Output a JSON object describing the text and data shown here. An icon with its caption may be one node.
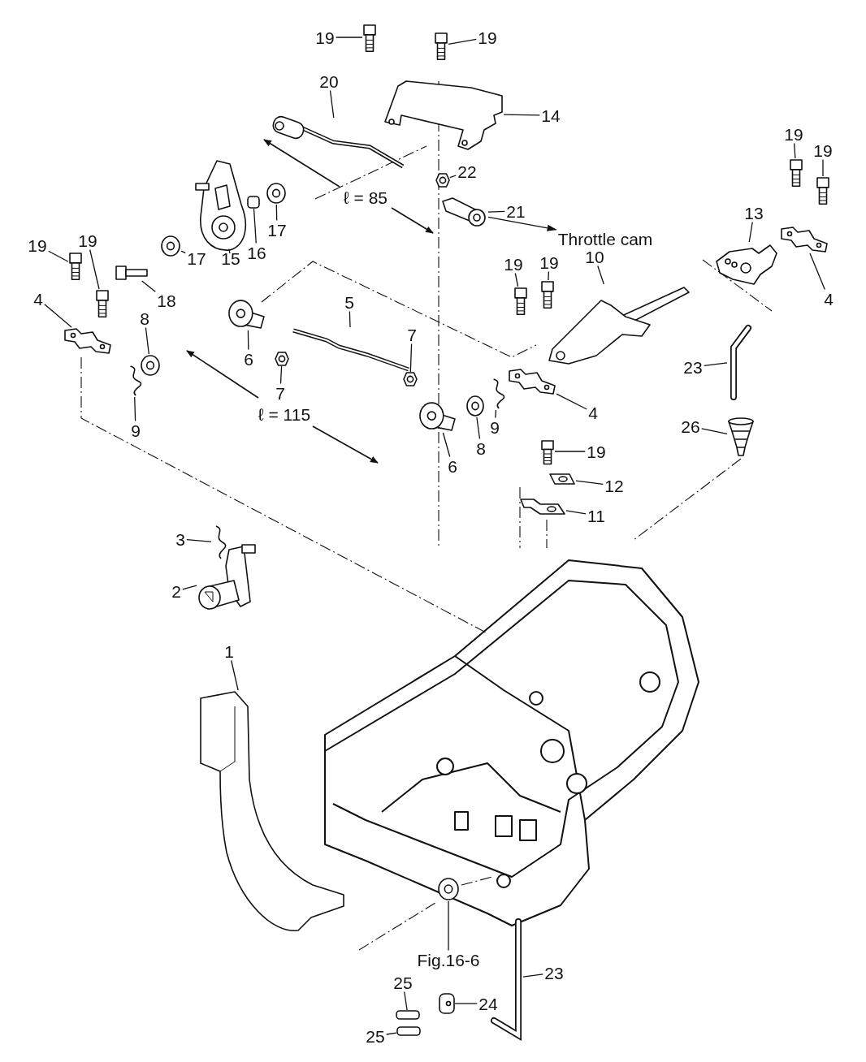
{
  "diagram": {
    "nodes": [
      {
        "text": [
          "19"
        ]
      },
      {
        "text": [],
        "shape": "picture"
      },
      {
        "text": [
          "19"
        ]
      },
      {
        "text": [],
        "shape": "picture"
      },
      {
        "text": [
          "20"
        ]
      },
      {
        "text": [],
        "shape": "picture"
      },
      {
        "text": [
          "14"
        ]
      },
      {
        "text": [],
        "shape": "picture"
      },
      {
        "text": [
          "19"
        ]
      },
      {
        "text": [],
        "shape": "picture"
      },
      {
        "text": [
          "19"
        ]
      },
      {
        "text": [],
        "shape": "picture"
      },
      {
        "text": [
          "22"
        ]
      },
      {
        "text": [],
        "shape": "picture"
      },
      {
        "text": [
          "21"
        ]
      },
      {
        "text": [],
        "shape": "picture"
      },
      {
        "text": [
          "Throttle cam"
        ]
      },
      {
        "text": [
          "13"
        ]
      },
      {
        "text": [],
        "shape": "picture"
      },
      {
        "text": [
          "4"
        ]
      },
      {
        "text": [],
        "shape": "picture"
      },
      {
        "text": [
          "17"
        ]
      },
      {
        "text": [],
        "shape": "picture"
      },
      {
        "text": [
          "16"
        ]
      },
      {
        "text": [],
        "shape": "box"
      },
      {
        "text": [
          "15"
        ]
      },
      {
        "text": [],
        "shape": "picture"
      },
      {
        "text": [
          "17"
        ]
      },
      {
        "text": [],
        "shape": "picture"
      },
      {
        "text": [
          "18"
        ]
      },
      {
        "text": [],
        "shape": "picture"
      },
      {
        "text": [
          "19"
        ]
      },
      {
        "text": [],
        "shape": "picture"
      },
      {
        "text": [
          "19"
        ]
      },
      {
        "text": [],
        "shape": "picture"
      },
      {
        "text": [
          "4"
        ]
      },
      {
        "text": [],
        "shape": "picture"
      },
      {
        "text": [
          "8"
        ]
      },
      {
        "text": [],
        "shape": "picture"
      },
      {
        "text": [
          "9"
        ]
      },
      {
        "text": [],
        "shape": "picture"
      },
      {
        "text": [
          "6"
        ]
      },
      {
        "text": [],
        "shape": "picture"
      },
      {
        "text": [
          "7"
        ]
      },
      {
        "text": [],
        "shape": "picture"
      },
      {
        "text": [
          "5"
        ]
      },
      {
        "text": [],
        "shape": "picture"
      },
      {
        "text": [
          "7"
        ]
      },
      {
        "text": [],
        "shape": "picture"
      },
      {
        "text": [
          "6"
        ]
      },
      {
        "text": [],
        "shape": "picture"
      },
      {
        "text": [
          "8"
        ]
      },
      {
        "text": [],
        "shape": "picture"
      },
      {
        "text": [
          "9"
        ]
      },
      {
        "text": [],
        "shape": "picture"
      },
      {
        "text": [
          "19"
        ]
      },
      {
        "text": [],
        "shape": "picture"
      },
      {
        "text": [
          "19"
        ]
      },
      {
        "text": [],
        "shape": "picture"
      },
      {
        "text": [
          "10"
        ]
      },
      {
        "text": [],
        "shape": "picture"
      },
      {
        "text": [
          "4"
        ]
      },
      {
        "text": [],
        "shape": "picture"
      },
      {
        "text": [
          "23"
        ]
      },
      {
        "text": [],
        "shape": "picture"
      },
      {
        "text": [
          "26"
        ]
      },
      {
        "text": [],
        "shape": "picture"
      },
      {
        "text": [
          "19"
        ]
      },
      {
        "text": [],
        "shape": "picture"
      },
      {
        "text": [
          "12"
        ]
      },
      {
        "text": [],
        "shape": "picture"
      },
      {
        "text": [
          "11"
        ]
      },
      {
        "text": [],
        "shape": "picture"
      },
      {
        "text": [
          "3"
        ]
      },
      {
        "text": [],
        "shape": "picture"
      },
      {
        "text": [
          "2"
        ]
      },
      {
        "text": [],
        "shape": "picture"
      },
      {
        "text": [
          "1"
        ]
      },
      {
        "text": [],
        "shape": "picture"
      },
      {
        "text": [
          "Fig.16-6"
        ]
      },
      {
        "text": [],
        "shape": "picture"
      },
      {
        "text": [
          "23"
        ]
      },
      {
        "text": [],
        "shape": "picture"
      },
      {
        "text": [
          "25"
        ]
      },
      {
        "text": [],
        "shape": "box"
      },
      {
        "text": [
          "25"
        ]
      },
      {
        "text": [],
        "shape": "box"
      },
      {
        "text": [
          "24"
        ]
      },
      {
        "text": [],
        "shape": "picture"
      }
    ],
    "edges": [
      {
        "from": 0,
        "to": 1,
        "arrow": "none"
      },
      {
        "from": 2,
        "to": 3,
        "arrow": "none"
      },
      {
        "from": 4,
        "to": 5,
        "arrow": "none"
      },
      {
        "from": 6,
        "to": 7,
        "arrow": "none"
      },
      {
        "from": 8,
        "to": 9,
        "arrow": "none"
      },
      {
        "from": 10,
        "to": 11,
        "arrow": "none"
      },
      {
        "from": 12,
        "to": 13,
        "arrow": "none"
      },
      {
        "from": 14,
        "to": 15,
        "arrow": "none"
      },
      {
        "from": 15,
        "to": 16,
        "arrow": "to"
      },
      {
        "from": 17,
        "to": 18,
        "arrow": "none"
      },
      {
        "from": 19,
        "to": 20,
        "arrow": "none"
      },
      {
        "from": 21,
        "to": 22,
        "arrow": "none"
      },
      {
        "from": 23,
        "to": 24,
        "arrow": "none"
      },
      {
        "from": 25,
        "to": 26,
        "arrow": "none"
      },
      {
        "from": 27,
        "to": 28,
        "arrow": "none"
      },
      {
        "from": 29,
        "to": 30,
        "arrow": "none"
      },
      {
        "from": 31,
        "to": 32,
        "arrow": "none"
      },
      {
        "from": 33,
        "to": 34,
        "arrow": "none"
      },
      {
        "from": 35,
        "to": 36,
        "arrow": "none"
      },
      {
        "from": 37,
        "to": 38,
        "arrow": "none"
      },
      {
        "from": 39,
        "to": 40,
        "arrow": "none"
      },
      {
        "from": 41,
        "to": 42,
        "arrow": "none"
      },
      {
        "from": 43,
        "to": 44,
        "arrow": "none"
      },
      {
        "from": 45,
        "to": 46,
        "arrow": "none"
      },
      {
        "from": 47,
        "to": 48,
        "arrow": "none"
      },
      {
        "from": 49,
        "to": 50,
        "arrow": "none"
      },
      {
        "from": 51,
        "to": 52,
        "arrow": "none"
      },
      {
        "from": 53,
        "to": 54,
        "arrow": "none"
      },
      {
        "from": 55,
        "to": 56,
        "arrow": "none"
      },
      {
        "from": 57,
        "to": 58,
        "arrow": "none"
      },
      {
        "from": 59,
        "to": 60,
        "arrow": "none"
      },
      {
        "from": 61,
        "to": 62,
        "arrow": "none"
      },
      {
        "from": 63,
        "to": 64,
        "arrow": "none"
      },
      {
        "from": 65,
        "to": 66,
        "arrow": "none"
      },
      {
        "from": 67,
        "to": 68,
        "arrow": "none"
      },
      {
        "from": 69,
        "to": 70,
        "arrow": "none"
      },
      {
        "from": 71,
        "to": 72,
        "arrow": "none"
      },
      {
        "from": 73,
        "to": 74,
        "arrow": "none"
      },
      {
        "from": 75,
        "to": 76,
        "arrow": "none"
      },
      {
        "from": 77,
        "to": 78,
        "arrow": "none"
      },
      {
        "from": 79,
        "to": 80,
        "arrow": "none"
      },
      {
        "from": 81,
        "to": 82,
        "arrow": "none"
      },
      {
        "from": 83,
        "to": 84,
        "arrow": "none"
      },
      {
        "from": 85,
        "to": 86,
        "arrow": "none"
      },
      {
        "from": 87,
        "to": 88,
        "arrow": "none"
      }
    ],
    "labels": [
      "ℓ = 85",
      "ℓ = 115"
    ]
  }
}
